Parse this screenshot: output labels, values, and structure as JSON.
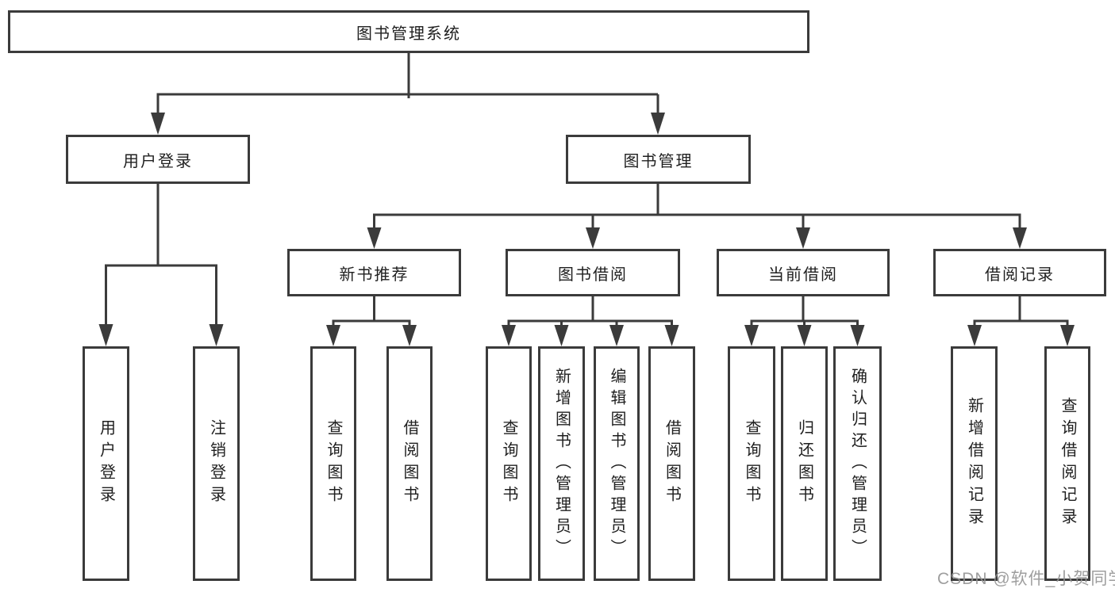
{
  "diagram": {
    "title": "图书管理系统",
    "level2": {
      "user_login": "用户登录",
      "book_management": "图书管理"
    },
    "level3": {
      "new_book_recommend": "新书推荐",
      "book_borrowing": "图书借阅",
      "current_borrowing": "当前借阅",
      "borrow_records": "借阅记录"
    },
    "leaves": {
      "user_login": "用户登录",
      "logout": "注销登录",
      "nb_query_books": "查询图书",
      "nb_borrow_books": "借阅图书",
      "bb_query_books": "查询图书",
      "bb_add_books": "新增图书（管理员）",
      "bb_edit_books": "编辑图书（管理员）",
      "bb_borrow_books": "借阅图书",
      "cb_query_books": "查询图书",
      "cb_return_books": "归还图书",
      "cb_confirm_return": "确认归还（管理员）",
      "br_add_record": "新增借阅记录",
      "br_query_record": "查询借阅记录"
    },
    "watermark": "CSDN @软件_小贺同学",
    "colors": {
      "line": "#3b3b3b",
      "text": "#1f1f1f",
      "watermark_gray": "#949494"
    }
  }
}
